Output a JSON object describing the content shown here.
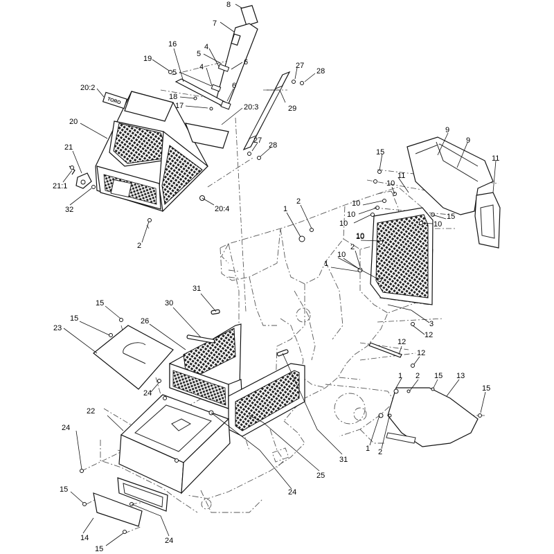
{
  "diagram": {
    "decal_text": "TORO",
    "callouts": [
      {
        "id": "c8",
        "label": "8"
      },
      {
        "id": "c7",
        "label": "7"
      },
      {
        "id": "c4a",
        "label": "4"
      },
      {
        "id": "c5a",
        "label": "5"
      },
      {
        "id": "c6a",
        "label": "6"
      },
      {
        "id": "c4b",
        "label": "4"
      },
      {
        "id": "c5b",
        "label": "5"
      },
      {
        "id": "c16",
        "label": "16"
      },
      {
        "id": "c19",
        "label": "19"
      },
      {
        "id": "c18",
        "label": "18"
      },
      {
        "id": "c17",
        "label": "17"
      },
      {
        "id": "c6b",
        "label": "6"
      },
      {
        "id": "c20_2",
        "label": "20:2"
      },
      {
        "id": "c20_3",
        "label": "20:3"
      },
      {
        "id": "c20",
        "label": "20"
      },
      {
        "id": "c21",
        "label": "21"
      },
      {
        "id": "c21_1",
        "label": "21:1"
      },
      {
        "id": "c32",
        "label": "32"
      },
      {
        "id": "c20_4",
        "label": "20:4"
      },
      {
        "id": "c2a",
        "label": "2"
      },
      {
        "id": "c27a",
        "label": "27"
      },
      {
        "id": "c28a",
        "label": "28"
      },
      {
        "id": "c29",
        "label": "29"
      },
      {
        "id": "c27b",
        "label": "27"
      },
      {
        "id": "c28b",
        "label": "28"
      },
      {
        "id": "c9a",
        "label": "9"
      },
      {
        "id": "c9b",
        "label": "9"
      },
      {
        "id": "c11a",
        "label": "11"
      },
      {
        "id": "c15a",
        "label": "15"
      },
      {
        "id": "c11b",
        "label": "11"
      },
      {
        "id": "c10a",
        "label": "10"
      },
      {
        "id": "c10b",
        "label": "10"
      },
      {
        "id": "c10c",
        "label": "10"
      },
      {
        "id": "c10d",
        "label": "10"
      },
      {
        "id": "c10e",
        "label": "10"
      },
      {
        "id": "c15b",
        "label": "15"
      },
      {
        "id": "c10f",
        "label": "10"
      },
      {
        "id": "c1a",
        "label": "1"
      },
      {
        "id": "c2b",
        "label": "2"
      },
      {
        "id": "c10g",
        "label": "10"
      },
      {
        "id": "c2c",
        "label": "2"
      },
      {
        "id": "c10h",
        "label": "10"
      },
      {
        "id": "c1b",
        "label": "1"
      },
      {
        "id": "c3",
        "label": "3"
      },
      {
        "id": "c12a",
        "label": "12"
      },
      {
        "id": "c12b",
        "label": "12"
      },
      {
        "id": "c12c",
        "label": "12"
      },
      {
        "id": "c31a",
        "label": "31"
      },
      {
        "id": "c30",
        "label": "30"
      },
      {
        "id": "c26",
        "label": "26"
      },
      {
        "id": "c15c",
        "label": "15"
      },
      {
        "id": "c15d",
        "label": "15"
      },
      {
        "id": "c23",
        "label": "23"
      },
      {
        "id": "c24a",
        "label": "24"
      },
      {
        "id": "c22",
        "label": "22"
      },
      {
        "id": "c24b",
        "label": "24"
      },
      {
        "id": "c1c",
        "label": "1"
      },
      {
        "id": "c2d",
        "label": "2"
      },
      {
        "id": "c15e",
        "label": "15"
      },
      {
        "id": "c13",
        "label": "13"
      },
      {
        "id": "c15f",
        "label": "15"
      },
      {
        "id": "c31b",
        "label": "31"
      },
      {
        "id": "c1d",
        "label": "1"
      },
      {
        "id": "c2e",
        "label": "2"
      },
      {
        "id": "c25",
        "label": "25"
      },
      {
        "id": "c24c",
        "label": "24"
      },
      {
        "id": "c15g",
        "label": "15"
      },
      {
        "id": "c24d",
        "label": "24"
      },
      {
        "id": "c14",
        "label": "14"
      },
      {
        "id": "c15h",
        "label": "15"
      }
    ]
  }
}
